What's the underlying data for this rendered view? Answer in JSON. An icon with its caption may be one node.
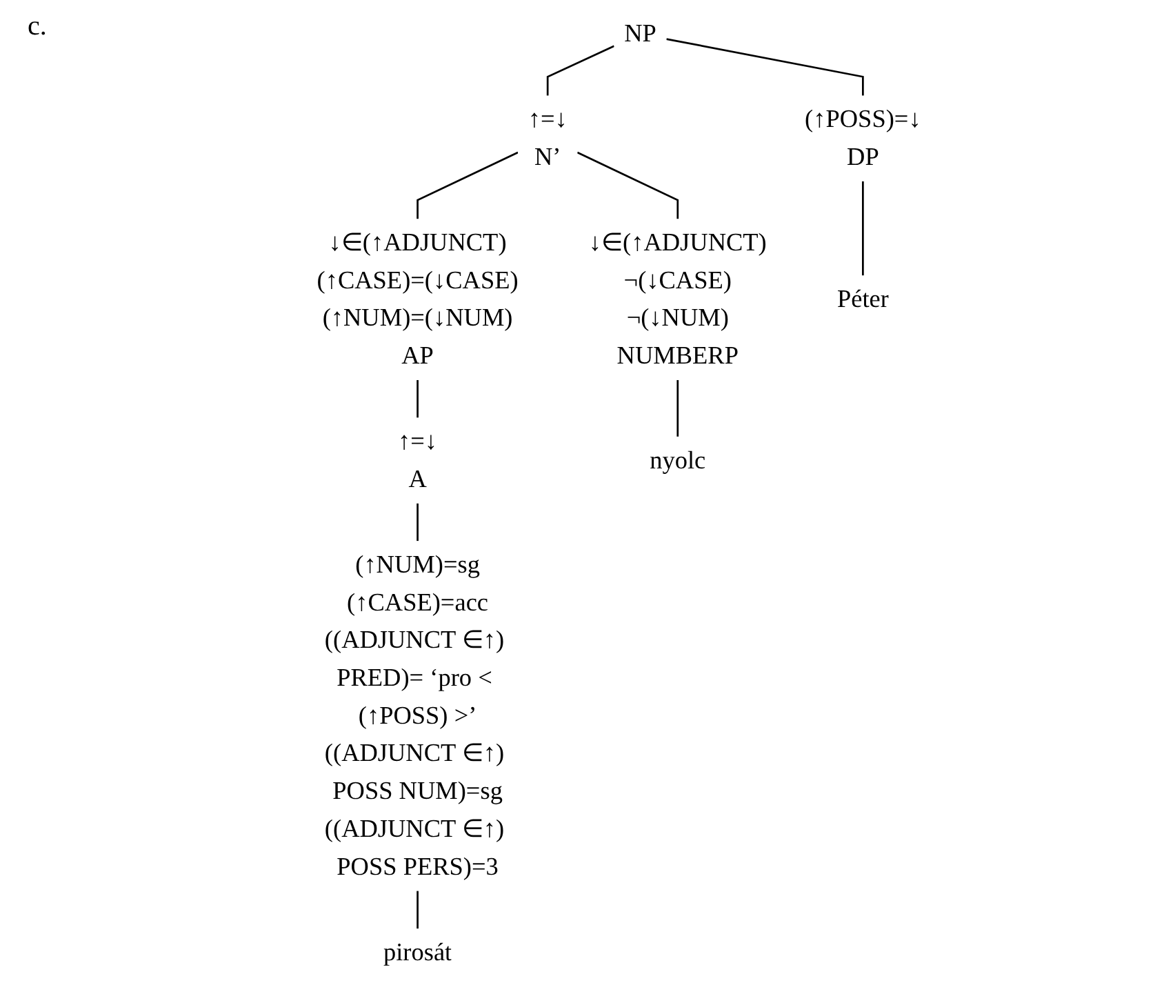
{
  "diagram": {
    "nodes": [
      {
        "text": [
          "NP"
        ]
      },
      {
        "text": [
          "(↑POSS)=↓",
          "DP"
        ]
      },
      {
        "text": [
          "↑=↓",
          "N’"
        ]
      },
      {
        "text": [
          "↓∈(↑ADJUNCT)",
          "¬(↓CASE)",
          "¬(↓NUM)",
          "NUMBERP"
        ]
      },
      {
        "text": [
          "↓∈(↑ADJUNCT)",
          "(↑CASE)=(↓CASE)",
          "(↑NUM)=(↓NUM)",
          "AP"
        ]
      },
      {
        "text": [
          "↑=↓",
          "A"
        ]
      },
      {
        "text": [
          "(↑NUM)=sg",
          "(↑CASE)=acc",
          "((ADJUNCT ∈↑) PRED)= ‘pro < (↑POSS) >’",
          "((ADJUNCT ∈↑) POSS NUM)=sg",
          "((ADJUNCT ∈↑) POSS PERS)=3"
        ]
      },
      {
        "text": [
          "Péter"
        ]
      },
      {
        "text": [
          "nyolc"
        ]
      },
      {
        "text": [
          "pirosát"
        ]
      }
    ],
    "edges": [
      {
        "from": 0,
        "to": 1,
        "arrow": "none"
      },
      {
        "from": 0,
        "to": 2,
        "arrow": "none"
      },
      {
        "from": 2,
        "to": 3,
        "arrow": "none"
      },
      {
        "from": 2,
        "to": 4,
        "arrow": "none"
      },
      {
        "from": 4,
        "to": 5,
        "arrow": "none"
      },
      {
        "from": 5,
        "to": 6,
        "arrow": "none"
      },
      {
        "from": 1,
        "to": 7,
        "arrow": "none"
      },
      {
        "from": 3,
        "to": 8,
        "arrow": "none"
      },
      {
        "from": 6,
        "to": 9,
        "arrow": "none"
      }
    ],
    "labels": [
      "c."
    ]
  }
}
